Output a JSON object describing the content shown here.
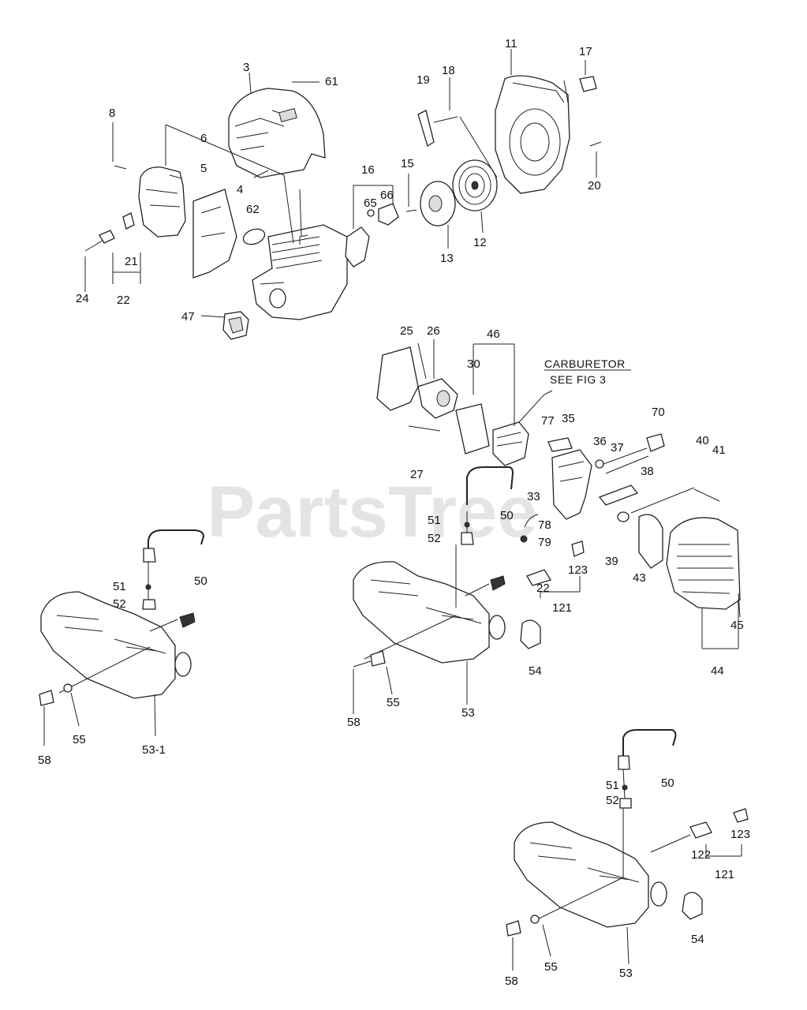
{
  "watermark": "PartsTree",
  "callout": {
    "line1": "CARBURETOR",
    "line2": "SEE FIG 3"
  },
  "labels": {
    "p3": "3",
    "p61": "61",
    "p11": "11",
    "p17": "17",
    "p19": "19",
    "p18": "18",
    "p8": "8",
    "p6": "6",
    "p5": "5",
    "p4": "4",
    "p62": "62",
    "p16": "16",
    "p15": "15",
    "p65": "65",
    "p66": "66",
    "p20": "20",
    "p12": "12",
    "p13": "13",
    "p21": "21",
    "p24": "24",
    "p22": "22",
    "p47": "47",
    "p25": "25",
    "p26": "26",
    "p46": "46",
    "p30": "30",
    "p27": "27",
    "p70": "70",
    "p77": "77",
    "p35": "35",
    "p36": "36",
    "p37": "37",
    "p40": "40",
    "p41": "41",
    "p38": "38",
    "p33": "33",
    "p50a": "50",
    "p51a": "51",
    "p52a": "52",
    "p78": "78",
    "p79": "79",
    "p39": "39",
    "p43": "43",
    "p123a": "123",
    "p22b": "22",
    "p121a": "121",
    "p45": "45",
    "p44": "44",
    "p54a": "54",
    "p58a": "58",
    "p55a": "55",
    "p53a": "53",
    "p50b": "50",
    "p51b": "51",
    "p52b": "52",
    "p58b": "58",
    "p55b": "55",
    "p53_1": "53-1",
    "p50c": "50",
    "p51c": "51",
    "p52c": "52",
    "p122": "122",
    "p123b": "123",
    "p121b": "121",
    "p54b": "54",
    "p58c": "58",
    "p55c": "55",
    "p53c": "53"
  }
}
